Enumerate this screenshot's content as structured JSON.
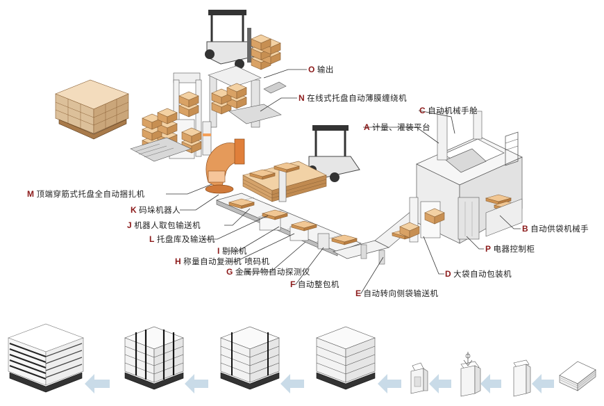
{
  "labels": [
    {
      "letter": "O",
      "text": "输出"
    },
    {
      "letter": "N",
      "text": "在线式托盘自动薄膜缠绕机"
    },
    {
      "letter": "C",
      "text": "自动机械手舱"
    },
    {
      "letter": "A",
      "text": "计量、灌装平台"
    },
    {
      "letter": "M",
      "text": "顶端穿筋式托盘全自动捆扎机"
    },
    {
      "letter": "K",
      "text": "码垛机器人"
    },
    {
      "letter": "J",
      "text": "机器人取包输送机"
    },
    {
      "letter": "L",
      "text": "托盘库及输送机"
    },
    {
      "letter": "I",
      "text": "剔除机"
    },
    {
      "letter": "H",
      "text": "称量自动复测机 喷码机"
    },
    {
      "letter": "G",
      "text": "金属异物自动探测仪"
    },
    {
      "letter": "F",
      "text": "自动整包机"
    },
    {
      "letter": "E",
      "text": "自动转向侧袋输送机"
    },
    {
      "letter": "B",
      "text": "自动供袋机械手"
    },
    {
      "letter": "P",
      "text": "电器控制柜"
    },
    {
      "letter": "D",
      "text": "大袋自动包装机"
    }
  ],
  "colors": {
    "letter": "#8b1a1a",
    "carton": "#e2b27a",
    "carton_dark": "#b98448",
    "machine": "#ececec",
    "outline": "#555555",
    "arrow": "#c9dbe8",
    "text": "#222222"
  }
}
